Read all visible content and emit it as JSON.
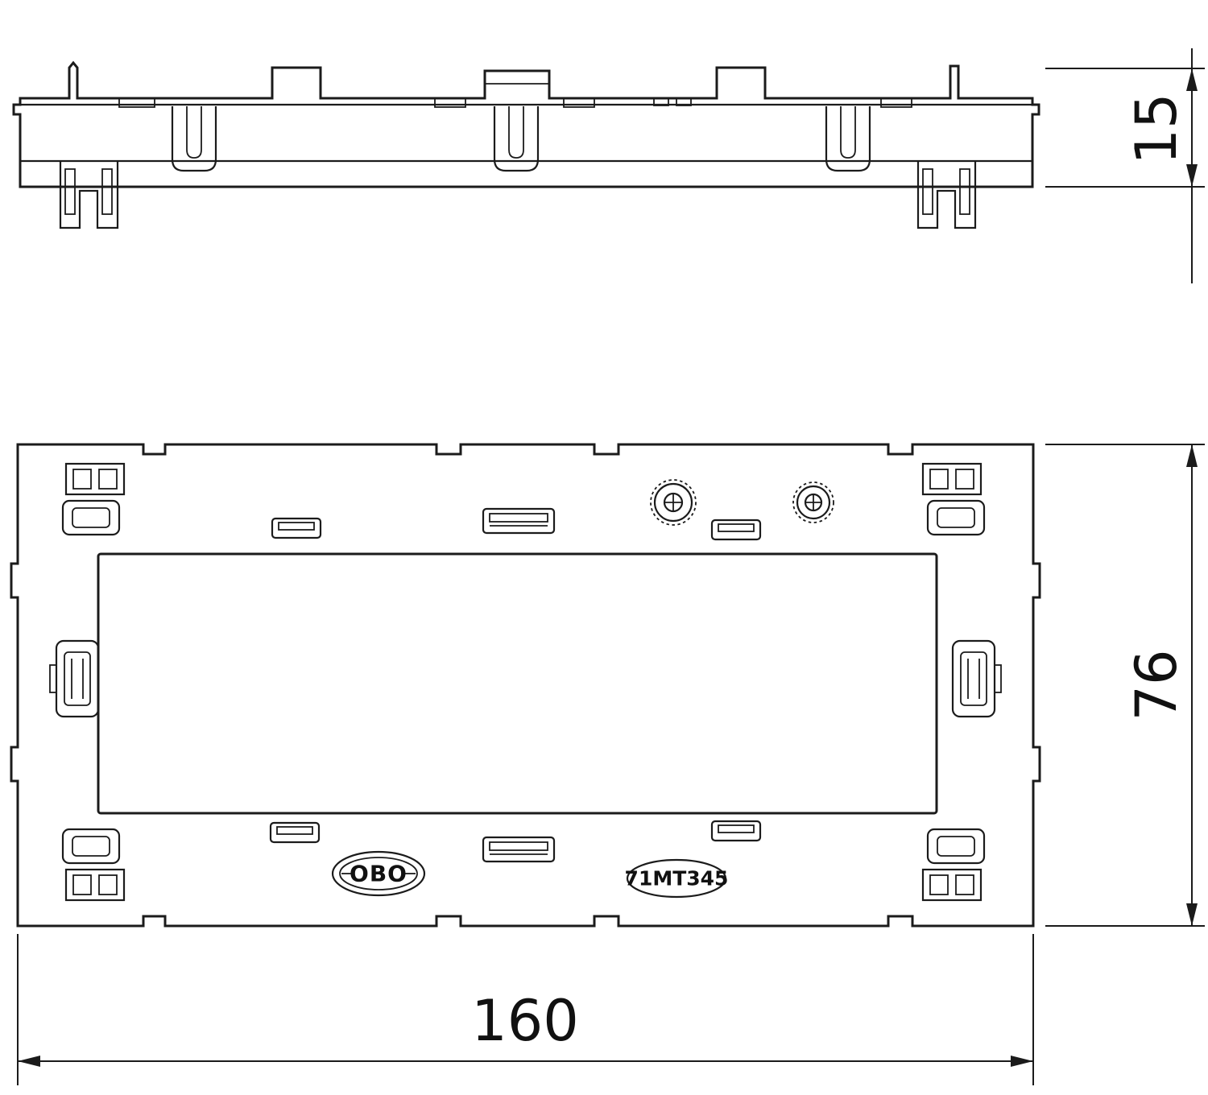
{
  "drawing": {
    "type": "technical-dimension-drawing",
    "labels": {
      "brand": "OBO",
      "part_number": "71MT345"
    },
    "dimensions": {
      "depth": "15",
      "height": "76",
      "width": "160"
    },
    "colors": {
      "line": "#1b1b1b",
      "background": "#ffffff"
    }
  }
}
